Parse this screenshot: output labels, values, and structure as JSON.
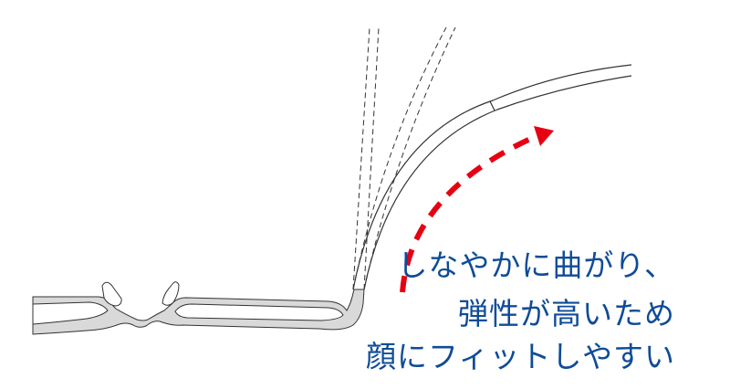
{
  "caption": {
    "lines": [
      "しなやかに曲がり、",
      "弾性が高いため",
      "顔にフィットしやすい"
    ],
    "color": "#0f4c97"
  },
  "diagram": {
    "subject": "eyeglass frame top view with flexing temple",
    "frame_fill": "#d9d9d9",
    "outline": "#333333",
    "arrow_color": "#e60012"
  }
}
